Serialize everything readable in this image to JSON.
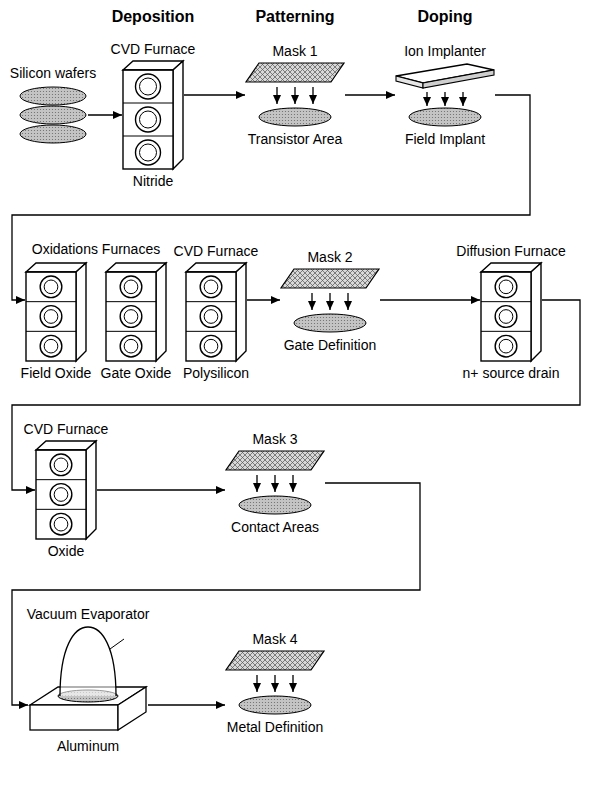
{
  "diagram": {
    "nodes": [
      {
        "text": [
          "Silicon wafers"
        ]
      },
      {
        "text": [
          "CVD Furnace",
          "Nitride"
        ]
      },
      {
        "text": [
          "Mask 1",
          "Transistor Area"
        ]
      },
      {
        "text": [
          "Ion Implanter",
          "Field Implant"
        ]
      },
      {
        "text": [
          "Field Oxide"
        ]
      },
      {
        "text": [
          "Gate Oxide"
        ]
      },
      {
        "text": [
          "CVD Furnace",
          "Polysilicon"
        ]
      },
      {
        "text": [
          "Mask 2",
          "Gate Definition"
        ]
      },
      {
        "text": [
          "Diffusion Furnace",
          "n+ source drain"
        ]
      },
      {
        "text": [
          "CVD Furnace",
          "Oxide"
        ]
      },
      {
        "text": [
          "Mask 3",
          "Contact Areas"
        ]
      },
      {
        "text": [
          "Vacuum Evaporator",
          "Aluminum"
        ]
      },
      {
        "text": [
          "Mask 4",
          "Metal Definition"
        ]
      }
    ],
    "edges": [
      {
        "from": 0,
        "to": 1,
        "arrow": "to"
      },
      {
        "from": 1,
        "to": 2,
        "arrow": "to"
      },
      {
        "from": 2,
        "to": 3,
        "arrow": "to"
      },
      {
        "from": 3,
        "to": 4,
        "arrow": "to"
      },
      {
        "from": 6,
        "to": 7,
        "arrow": "to"
      },
      {
        "from": 7,
        "to": 8,
        "arrow": "to"
      },
      {
        "from": 8,
        "to": 9,
        "arrow": "to"
      },
      {
        "from": 9,
        "to": 10,
        "arrow": "to"
      },
      {
        "from": 10,
        "to": 11,
        "arrow": "to"
      },
      {
        "from": 11,
        "to": 12,
        "arrow": "to"
      }
    ],
    "labels": [
      "Deposition",
      "Patterning",
      "Doping",
      "Oxidations Furnaces"
    ]
  }
}
